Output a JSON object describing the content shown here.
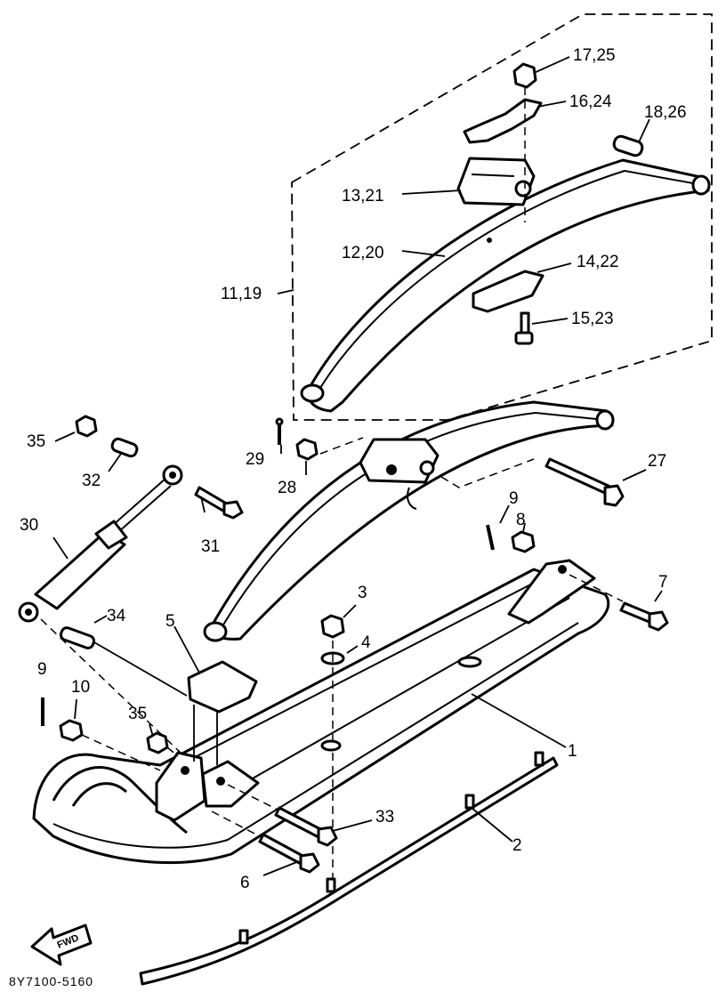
{
  "diagram_code": "8Y7100-5160",
  "fwd_badge": "FWD",
  "callouts": {
    "p1": "1",
    "p2": "2",
    "p3": "3",
    "p4": "4",
    "p5": "5",
    "p6": "6",
    "p7": "7",
    "p8": "8",
    "p9a": "9",
    "p9b": "9",
    "p10": "10",
    "p11_19": "11,19",
    "p12_20": "12,20",
    "p13_21": "13,21",
    "p14_22": "14,22",
    "p15_23": "15,23",
    "p16_24": "16,24",
    "p17_25": "17,25",
    "p18_26": "18,26",
    "p27": "27",
    "p28": "28",
    "p29": "29",
    "p30": "30",
    "p31": "31",
    "p32": "32",
    "p33": "33",
    "p34": "34",
    "p35a": "35",
    "p35b": "35"
  }
}
